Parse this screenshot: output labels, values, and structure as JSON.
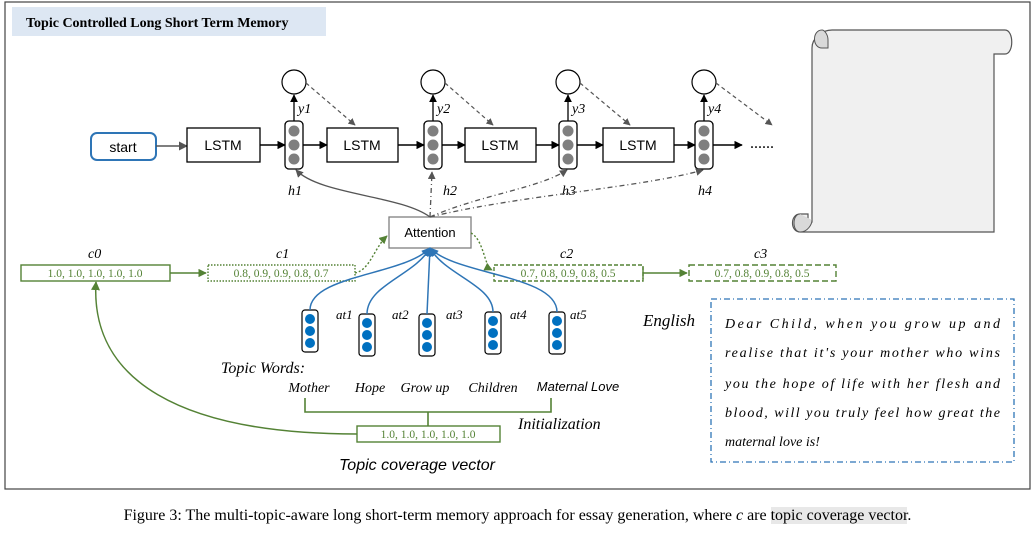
{
  "title": "Topic Controlled Long Short Term Memory",
  "start_label": "start",
  "lstm_label": "LSTM",
  "ellipsis": "......",
  "attention_label": "Attention",
  "outputs": [
    {
      "char": "",
      "label": "y1"
    },
    {
      "char": "",
      "label": "y2"
    },
    {
      "char": "",
      "label": "y3"
    },
    {
      "char": "",
      "label": "y4"
    }
  ],
  "hidden_labels": [
    "h1",
    "h2",
    "h3",
    "h4"
  ],
  "coverage": [
    {
      "label": "c0",
      "values": "1.0, 1.0, 1.0, 1.0, 1.0"
    },
    {
      "label": "c1",
      "values": "0.8, 0.9, 0.9, 0.8, 0.7"
    },
    {
      "label": "c2",
      "values": "0.7, 0.8, 0.9, 0.8, 0.5"
    },
    {
      "label": "c3",
      "values": "0.7, 0.8, 0.9, 0.8, 0.5"
    }
  ],
  "attention_weights": [
    "at1",
    "at2",
    "at3",
    "at4",
    "at5"
  ],
  "topic_words_label": "Topic Words:",
  "topics": [
    {
      "zh": "",
      "en": "Mother"
    },
    {
      "zh": "",
      "en": "Hope"
    },
    {
      "zh": "",
      "en": "Grow up"
    },
    {
      "zh": "",
      "en": "Children"
    },
    {
      "zh": "",
      "en": "Maternal Love"
    }
  ],
  "init_vector": "1.0, 1.0, 1.0, 1.0, 1.0",
  "initialization_label": "Initialization",
  "topic_coverage_label": "Topic coverage vector",
  "chinese_text": [
    "",
    "",
    "",
    "",
    "",
    ""
  ],
  "english_label": "English",
  "english_text": [
    "Dear Child, when you grow up and",
    "realise that it's your mother who wins",
    "you the hope of life with her flesh and",
    "blood, will you truly feel how great the",
    "maternal love is!"
  ],
  "caption": {
    "prefix": "Figure 3: The multi-topic-aware long short-term memory approach for essay generation, where ",
    "var": "c",
    "mid": " are ",
    "highlight": "topic coverage vector",
    "suffix": "."
  },
  "colors": {
    "blue": "#2e75b6",
    "green": "#548235",
    "output": "#c55a11",
    "title_bg": "#dde7f3",
    "scroll": "#f0f0f0"
  }
}
